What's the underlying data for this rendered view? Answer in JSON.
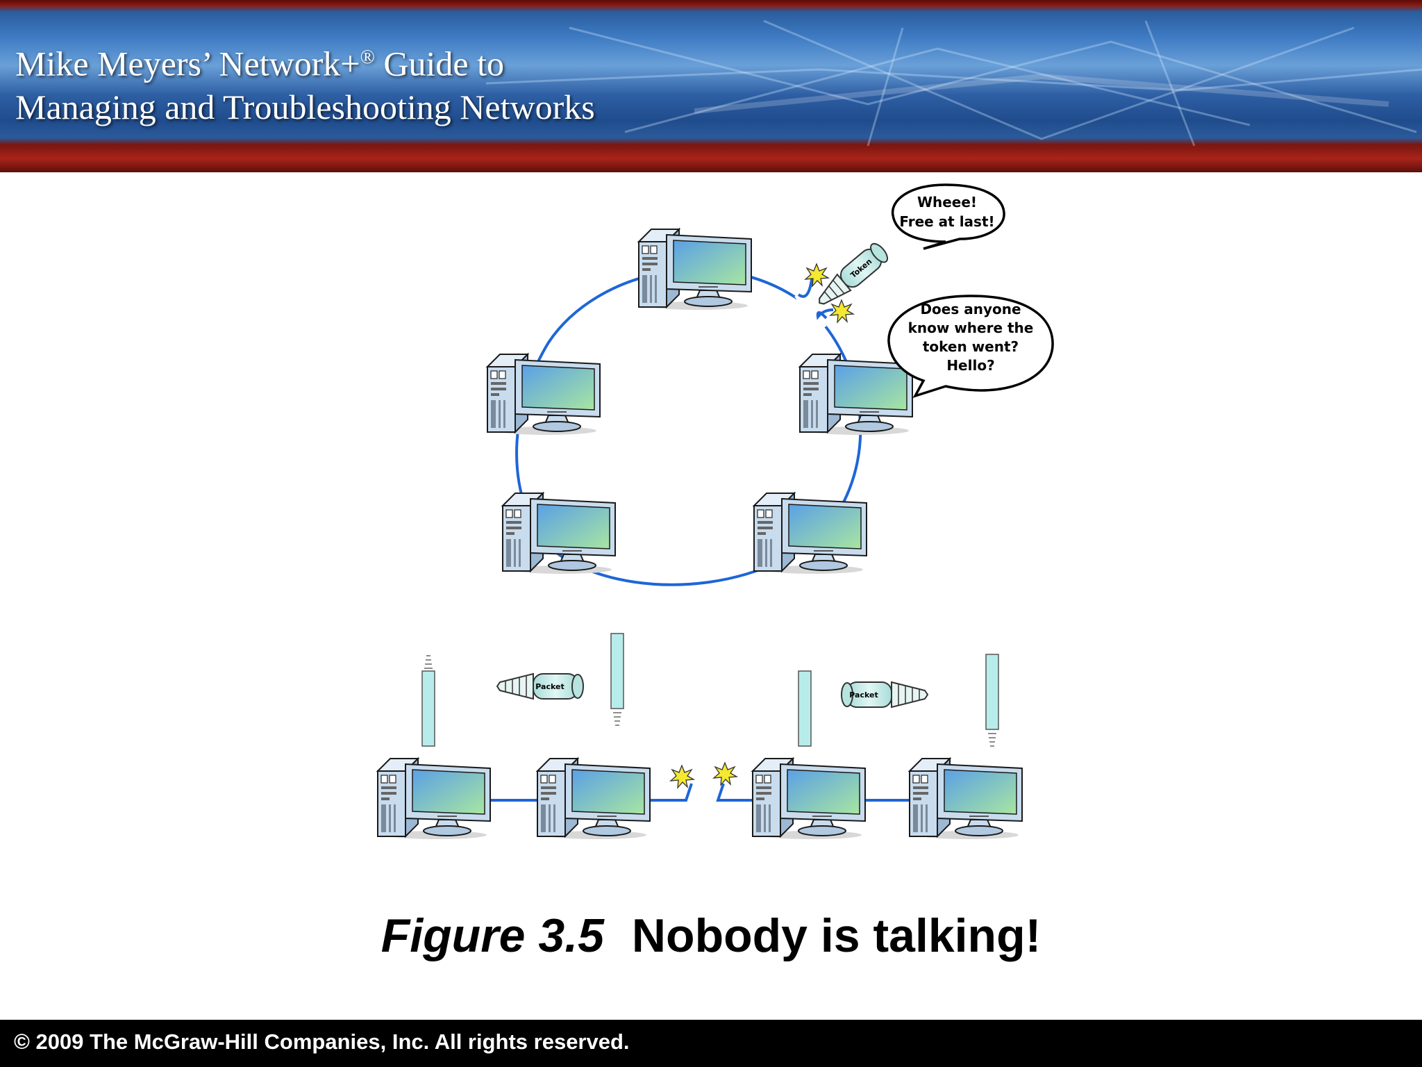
{
  "header": {
    "line1": "Mike Meyers’ Network+",
    "reg_mark": "®",
    "line1_end": " Guide to",
    "line2": "Managing and Troubleshooting Networks"
  },
  "diagram": {
    "bubble_top": [
      "Wheee!",
      "Free at last!"
    ],
    "bubble_right": [
      "Does anyone",
      "know where the",
      "token went?",
      "Hello?"
    ],
    "token_label": "Token",
    "packet_label": "Packet"
  },
  "caption": {
    "figure_number": "Figure 3.5",
    "text": "Nobody is talking!"
  },
  "footer": {
    "copyright": "© 2009 The McGraw-Hill Companies, Inc. All rights reserved."
  },
  "colors": {
    "cable": "#1e66d6",
    "screen_light": "#a8e6a0",
    "screen_blue": "#5aa0e6",
    "pc_body": "#c8dcee",
    "header_red": "#8a1a12",
    "header_blue": "#2e5fa4"
  }
}
